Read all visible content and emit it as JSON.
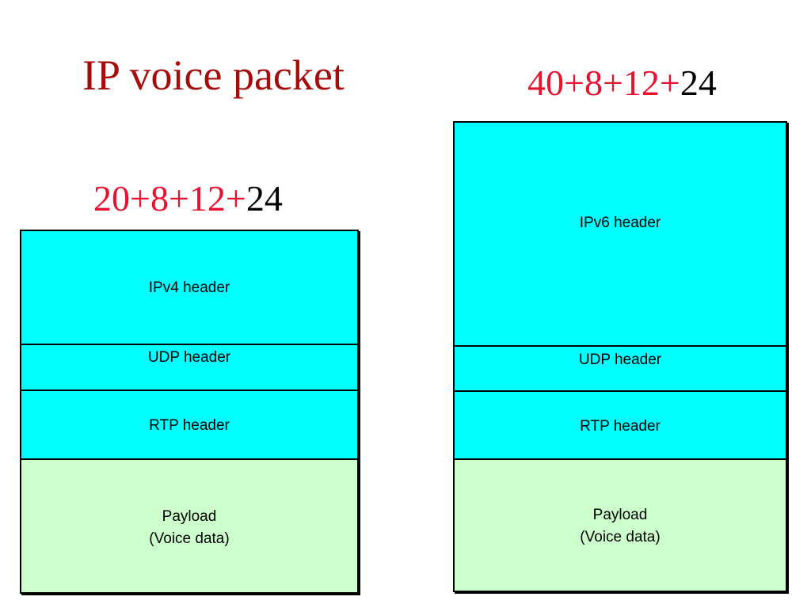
{
  "title": "IP voice packet",
  "colors": {
    "title": "#a50d0d",
    "formula_prefix": "#e8122f",
    "formula_payload": "#000000",
    "header_fill": "#00ffff",
    "payload_fill": "#ccffcc",
    "border": "#000000"
  },
  "ipv4": {
    "formula_prefix": "20+8+12+",
    "formula_payload": "24",
    "segments": {
      "ip_header": "IPv4 header",
      "udp_header": "UDP header",
      "rtp_header": "RTP header",
      "payload_line1": "Payload",
      "payload_line2": "(Voice data)"
    }
  },
  "ipv6": {
    "formula_prefix": "40+8+12+",
    "formula_payload": "24",
    "segments": {
      "ip_header": "IPv6 header",
      "udp_header": "UDP header",
      "rtp_header": "RTP header",
      "payload_line1": "Payload",
      "payload_line2": "(Voice data)"
    }
  }
}
